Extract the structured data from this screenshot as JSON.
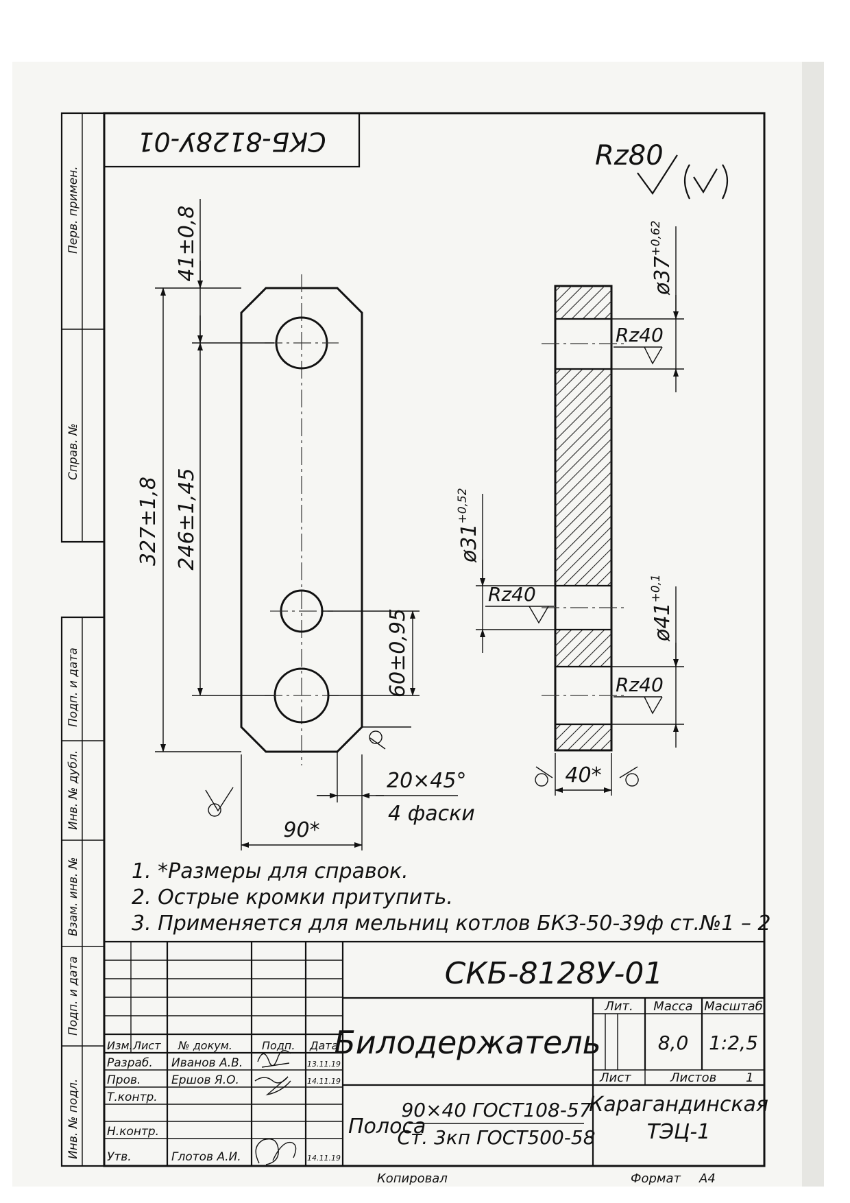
{
  "document": {
    "drawing_number": "СКБ-8128У-01",
    "drawing_number_mirrored": "СКБ-8128У-01",
    "part_name": "Билодержатель",
    "material_prefix": "Полоса",
    "material_top": "90×40 ГОСТ108-57",
    "material_bottom": "Ст. 3кп ГОСТ500-58",
    "organization_line1": "Карагандинская",
    "organization_line2": "ТЭЦ-1",
    "copied_label": "Копировал",
    "format_label": "Формат",
    "format_value": "А4"
  },
  "surface": {
    "general_roughness": "Rz80"
  },
  "dimensions": {
    "d_41": "41±0,8",
    "d_327": "327±1,8",
    "d_246": "246±1,45",
    "d_60": "60±0,95",
    "d_90": "90*",
    "chamfer": "20×45°",
    "chamfer_count": "4 фаски",
    "d_40": "40*",
    "hole_37": "ø37",
    "hole_37_tol": "+0,62",
    "hole_31": "ø31",
    "hole_31_tol": "+0,52",
    "hole_41": "ø41",
    "hole_41_tol": "+0,1",
    "rz_1": "Rz40",
    "rz_2": "Rz40",
    "rz_3": "Rz40"
  },
  "notes": [
    "1.  *Размеры для справок.",
    "2. Острые кромки притупить.",
    "3. Применяется для мельниц котлов БКЗ-50-39ф ст.№1 – 2"
  ],
  "title_block": {
    "headers": {
      "change": "Изм.",
      "sheet": "Лист",
      "doc_no": "№ докум.",
      "sign": "Подп.",
      "date": "Дата"
    },
    "rows": [
      {
        "role": "Разраб.",
        "name": "Иванов А.В.",
        "date": "13.11.19"
      },
      {
        "role": "Пров.",
        "name": "Ершов Я.О.",
        "date": "14.11.19"
      },
      {
        "role": "Т.контр.",
        "name": "",
        "date": ""
      },
      {
        "role": "",
        "name": "",
        "date": ""
      },
      {
        "role": "Н.контр.",
        "name": "",
        "date": ""
      },
      {
        "role": "Утв.",
        "name": "Глотов А.И.",
        "date": "14.11.19"
      }
    ],
    "lit_label": "Лит.",
    "mass_label": "Масса",
    "scale_label": "Масштаб",
    "mass_value": "8,0",
    "scale_value": "1:2,5",
    "sheet_label": "Лист",
    "sheets_label": "Листов",
    "sheets_value": "1"
  },
  "margin_labels": {
    "first_use": "Перв. примен.",
    "ref_no": "Справ. №",
    "sign_date_1": "Подп. и дата",
    "dup_inv": "Инв. № дубл.",
    "replace_inv": "Взам. инв. №",
    "sign_date_2": "Подп. и дата",
    "orig_inv": "Инв. № подл."
  }
}
